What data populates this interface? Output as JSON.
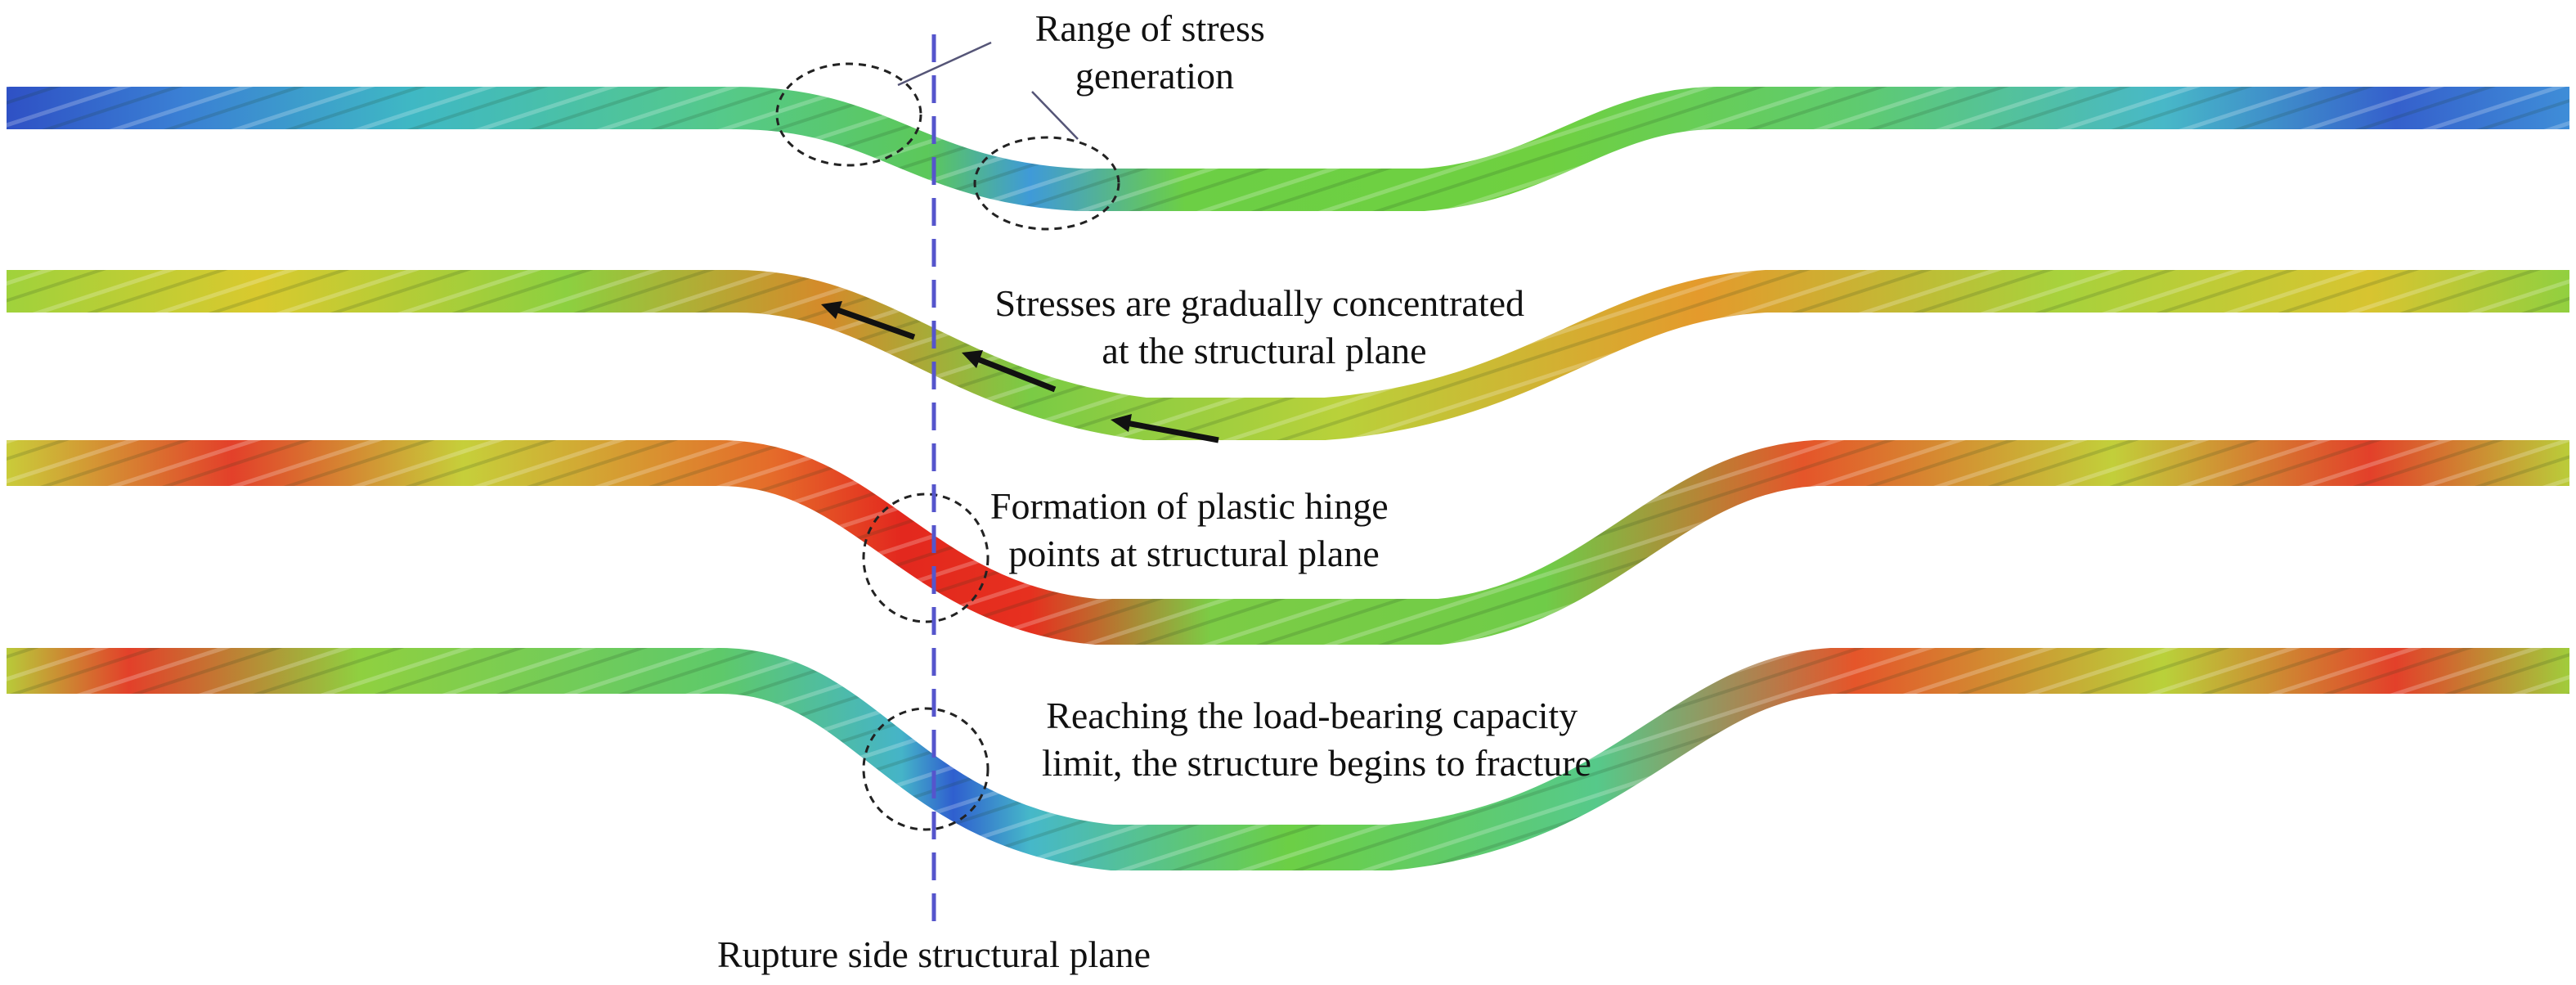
{
  "annotations": {
    "stress_range": [
      "Range of stress",
      "generation"
    ],
    "concentration": [
      "Stresses are gradually concentrated",
      "at the structural plane"
    ],
    "plastic_hinge": [
      "Formation of plastic hinge",
      "points at structural plane"
    ],
    "fracture": [
      "Reaching the load-bearing capacity",
      "limit, the structure begins to fracture"
    ],
    "plane_label": "Rupture side structural plane"
  },
  "stages": [
    {
      "name": "stage-1-stress-generation",
      "colormap": [
        "#2e52c9",
        "#3f9ad8",
        "#45c7a6",
        "#5fcb3c"
      ]
    },
    {
      "name": "stage-2-stress-concentration",
      "colormap": [
        "#a8d23a",
        "#e3c52c",
        "#e56b2a",
        "#5fcb3c"
      ]
    },
    {
      "name": "stage-3-plastic-hinge",
      "colormap": [
        "#e4341f",
        "#ef7a23",
        "#d5d43a",
        "#5fcb3c"
      ]
    },
    {
      "name": "stage-4-fracture",
      "colormap": [
        "#3b6fd6",
        "#46b8c9",
        "#e5492a",
        "#5fcb3c"
      ]
    }
  ],
  "colors": {
    "plane_line": "#5555cc",
    "text": "#111111"
  }
}
